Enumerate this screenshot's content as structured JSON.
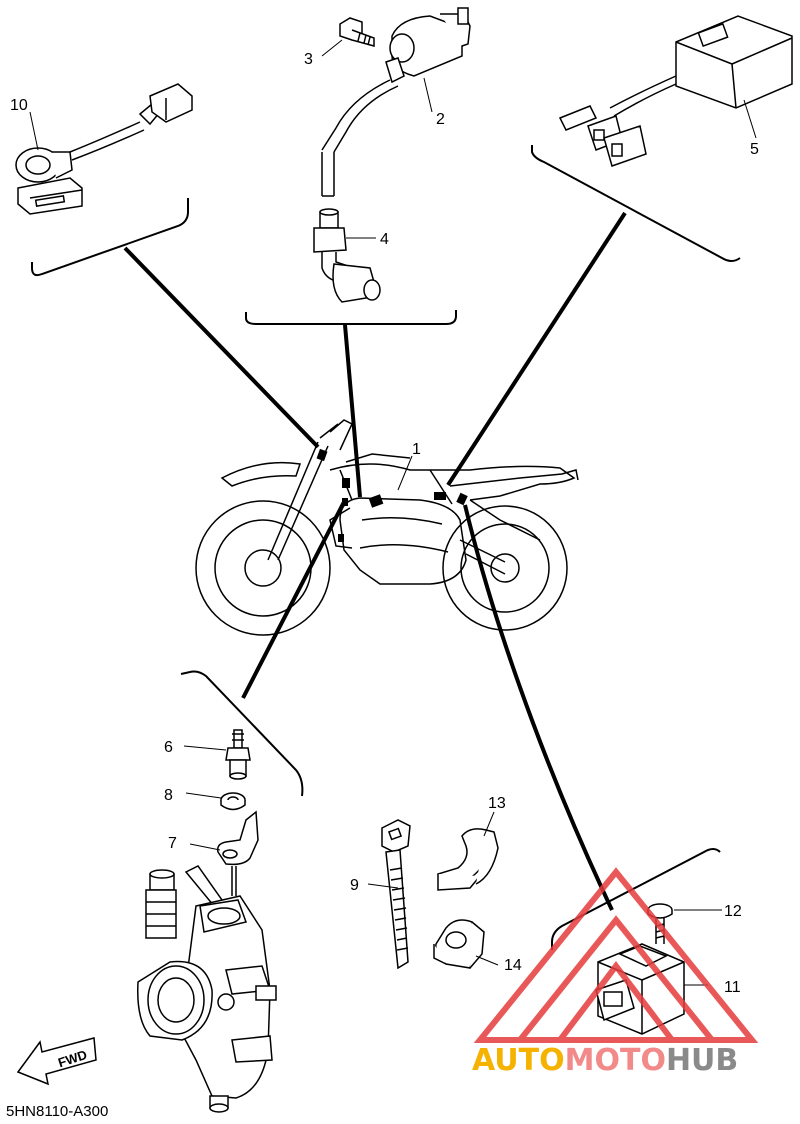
{
  "diagram": {
    "code": "5HN8110-A300",
    "fwd_label": "FWD",
    "parts": [
      {
        "id": "1",
        "label": "1"
      },
      {
        "id": "2",
        "label": "2"
      },
      {
        "id": "3",
        "label": "3"
      },
      {
        "id": "4",
        "label": "4"
      },
      {
        "id": "5",
        "label": "5"
      },
      {
        "id": "6",
        "label": "6"
      },
      {
        "id": "7",
        "label": "7"
      },
      {
        "id": "8",
        "label": "8"
      },
      {
        "id": "9",
        "label": "9"
      },
      {
        "id": "10",
        "label": "10"
      },
      {
        "id": "11",
        "label": "11"
      },
      {
        "id": "12",
        "label": "12"
      },
      {
        "id": "13",
        "label": "13"
      },
      {
        "id": "14",
        "label": "14"
      }
    ]
  },
  "watermark": {
    "part1": "AUTO",
    "part2": "MOTO",
    "part3": "HUB",
    "colors": {
      "auto": "#f5b300",
      "moto": "#f28a8a",
      "hub": "#8a8a8a",
      "triangle": "#e63c3c"
    }
  }
}
